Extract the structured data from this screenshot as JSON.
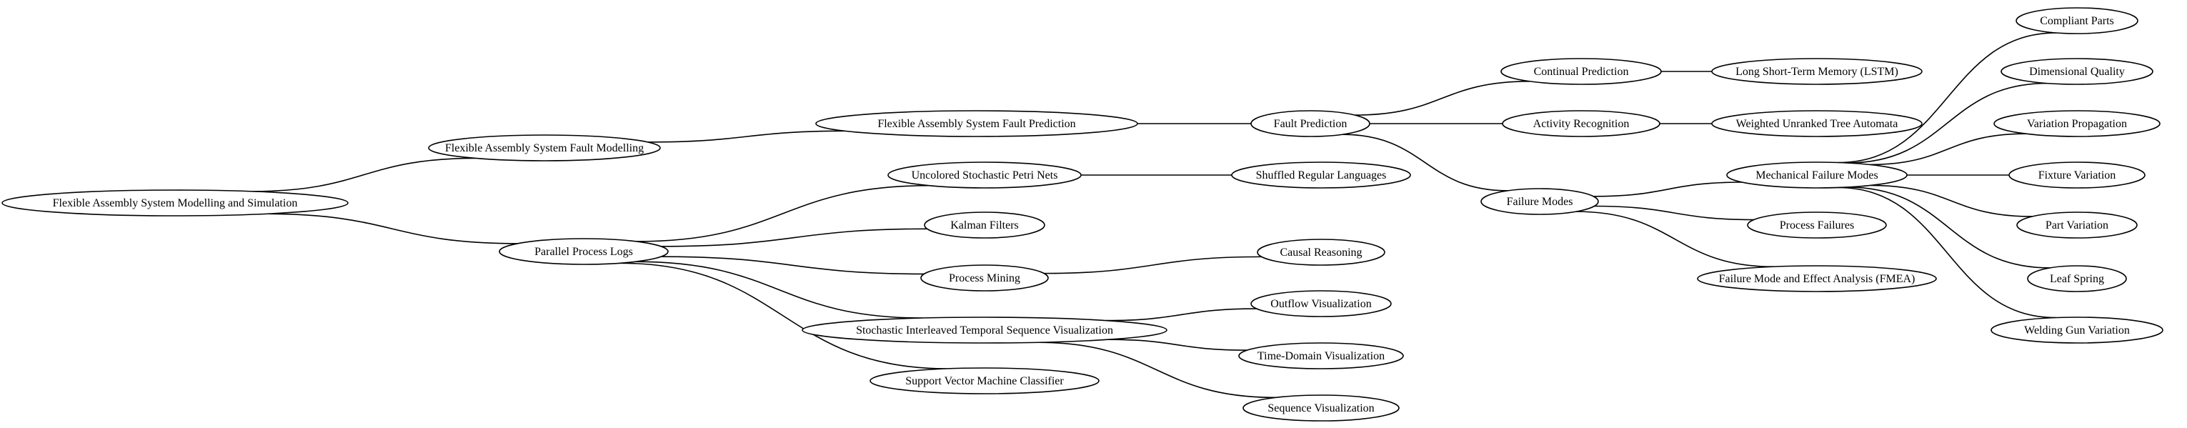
{
  "graph": {
    "nodes": [
      {
        "id": "fasms",
        "label": "Flexible Assembly System Modelling and Simulation"
      },
      {
        "id": "fasfm",
        "label": "Flexible Assembly System Fault Modelling"
      },
      {
        "id": "ppl",
        "label": "Parallel Process Logs"
      },
      {
        "id": "fasfp",
        "label": "Flexible Assembly System Fault Prediction"
      },
      {
        "id": "uspn",
        "label": "Uncolored Stochastic Petri Nets"
      },
      {
        "id": "kf",
        "label": "Kalman Filters"
      },
      {
        "id": "pm",
        "label": "Process Mining"
      },
      {
        "id": "sitsv",
        "label": "Stochastic Interleaved Temporal Sequence Visualization"
      },
      {
        "id": "svm",
        "label": "Support Vector Machine Classifier"
      },
      {
        "id": "fp",
        "label": "Fault Prediction"
      },
      {
        "id": "srl",
        "label": "Shuffled Regular Languages"
      },
      {
        "id": "cr",
        "label": "Causal Reasoning"
      },
      {
        "id": "ov",
        "label": "Outflow Visualization"
      },
      {
        "id": "tdv",
        "label": "Time-Domain Visualization"
      },
      {
        "id": "sv",
        "label": "Sequence Visualization"
      },
      {
        "id": "cp",
        "label": "Continual Prediction"
      },
      {
        "id": "ar",
        "label": "Activity Recognition"
      },
      {
        "id": "fm",
        "label": "Failure Modes"
      },
      {
        "id": "lstm",
        "label": "Long Short-Term Memory (LSTM)"
      },
      {
        "id": "wuta",
        "label": "Weighted Unranked Tree Automata"
      },
      {
        "id": "mfm",
        "label": "Mechanical Failure Modes"
      },
      {
        "id": "pf",
        "label": "Process Failures"
      },
      {
        "id": "fmea",
        "label": "Failure Mode and Effect Analysis (FMEA)"
      },
      {
        "id": "cpa",
        "label": "Compliant Parts"
      },
      {
        "id": "dq",
        "label": "Dimensional Quality"
      },
      {
        "id": "vp",
        "label": "Variation Propagation"
      },
      {
        "id": "fv",
        "label": "Fixture Variation"
      },
      {
        "id": "pv",
        "label": "Part Variation"
      },
      {
        "id": "ls",
        "label": "Leaf Spring"
      },
      {
        "id": "wgv",
        "label": "Welding Gun Variation"
      }
    ],
    "edges": [
      [
        "fasms",
        "fasfm"
      ],
      [
        "fasms",
        "ppl"
      ],
      [
        "fasfm",
        "fasfp"
      ],
      [
        "ppl",
        "uspn"
      ],
      [
        "ppl",
        "kf"
      ],
      [
        "ppl",
        "pm"
      ],
      [
        "ppl",
        "sitsv"
      ],
      [
        "ppl",
        "svm"
      ],
      [
        "fasfp",
        "fp"
      ],
      [
        "uspn",
        "srl"
      ],
      [
        "pm",
        "cr"
      ],
      [
        "sitsv",
        "ov"
      ],
      [
        "sitsv",
        "tdv"
      ],
      [
        "sitsv",
        "sv"
      ],
      [
        "fp",
        "cp"
      ],
      [
        "fp",
        "ar"
      ],
      [
        "fp",
        "fm"
      ],
      [
        "cp",
        "lstm"
      ],
      [
        "ar",
        "wuta"
      ],
      [
        "fm",
        "mfm"
      ],
      [
        "fm",
        "pf"
      ],
      [
        "fm",
        "fmea"
      ],
      [
        "mfm",
        "cpa"
      ],
      [
        "mfm",
        "dq"
      ],
      [
        "mfm",
        "vp"
      ],
      [
        "mfm",
        "fv"
      ],
      [
        "mfm",
        "pv"
      ],
      [
        "mfm",
        "ls"
      ],
      [
        "mfm",
        "wgv"
      ]
    ]
  }
}
